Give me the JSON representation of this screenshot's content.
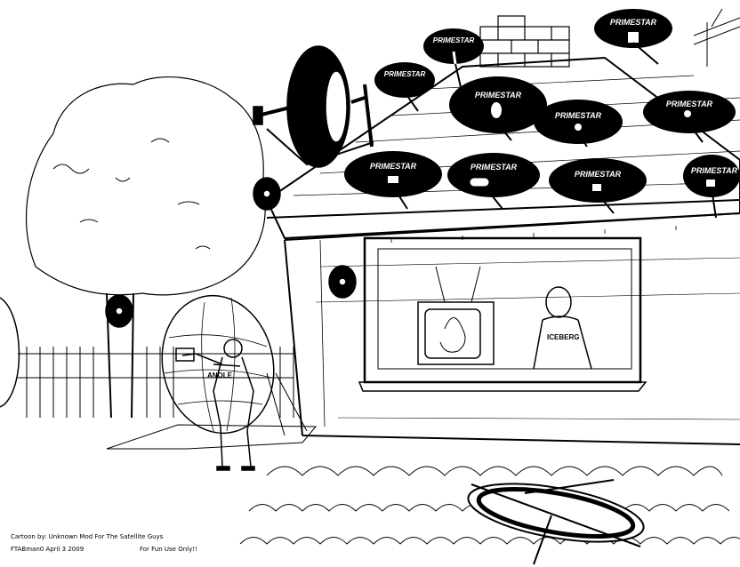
{
  "dish_brand": "PRIMESTAR",
  "man_shirt_label": "ANOLE",
  "viewer_shirt_label": "ICEBERG",
  "caption": {
    "line1": "Cartoon by: Unknown  Mod For The Satellite Guys",
    "line2_left": "FTABman0   April 3 2009",
    "line2_right": "For Fun Use Only!!"
  },
  "colors": {
    "ink": "#000000",
    "paper": "#ffffff"
  }
}
